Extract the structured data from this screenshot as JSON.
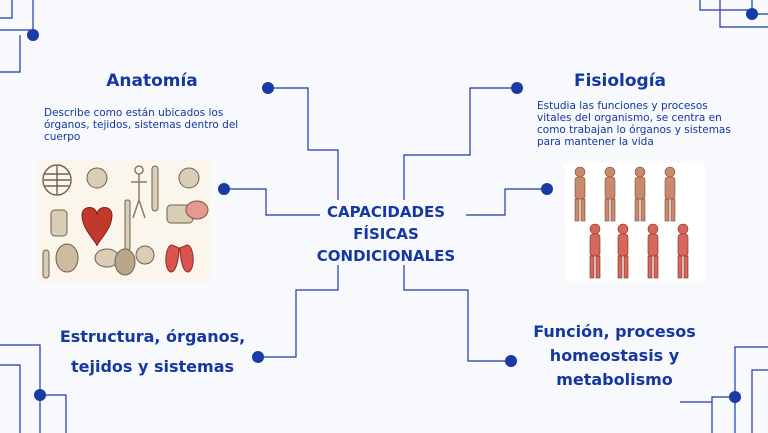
{
  "center": {
    "title_line1": "CAPACIDADES",
    "title_line2": "FÍSICAS",
    "title_line3": "CONDICIONALES"
  },
  "branches": {
    "anatomia": {
      "title": "Anatomía",
      "description": "Describe como están ubicados los órganos, tejidos, sistemas dentro del cuerpo",
      "image_icon": "anatomy-illustrations-image"
    },
    "fisiologia": {
      "title": "Fisiología",
      "description": "Estudia las funciones y procesos vitales del organismo, se centra en como trabajan lo órganos y sistemas para mantener la vida",
      "image_icon": "human-body-systems-image"
    },
    "estructura": {
      "line1": "Estructura, órganos,",
      "line2": "tejidos y sistemas"
    },
    "funcion": {
      "line1": "Función, procesos",
      "line2": "homeostasis y",
      "line3": "metabolismo"
    }
  },
  "colors": {
    "accent": "#1537a0",
    "line": "#1a3aa6",
    "background": "#f7f9fd"
  }
}
